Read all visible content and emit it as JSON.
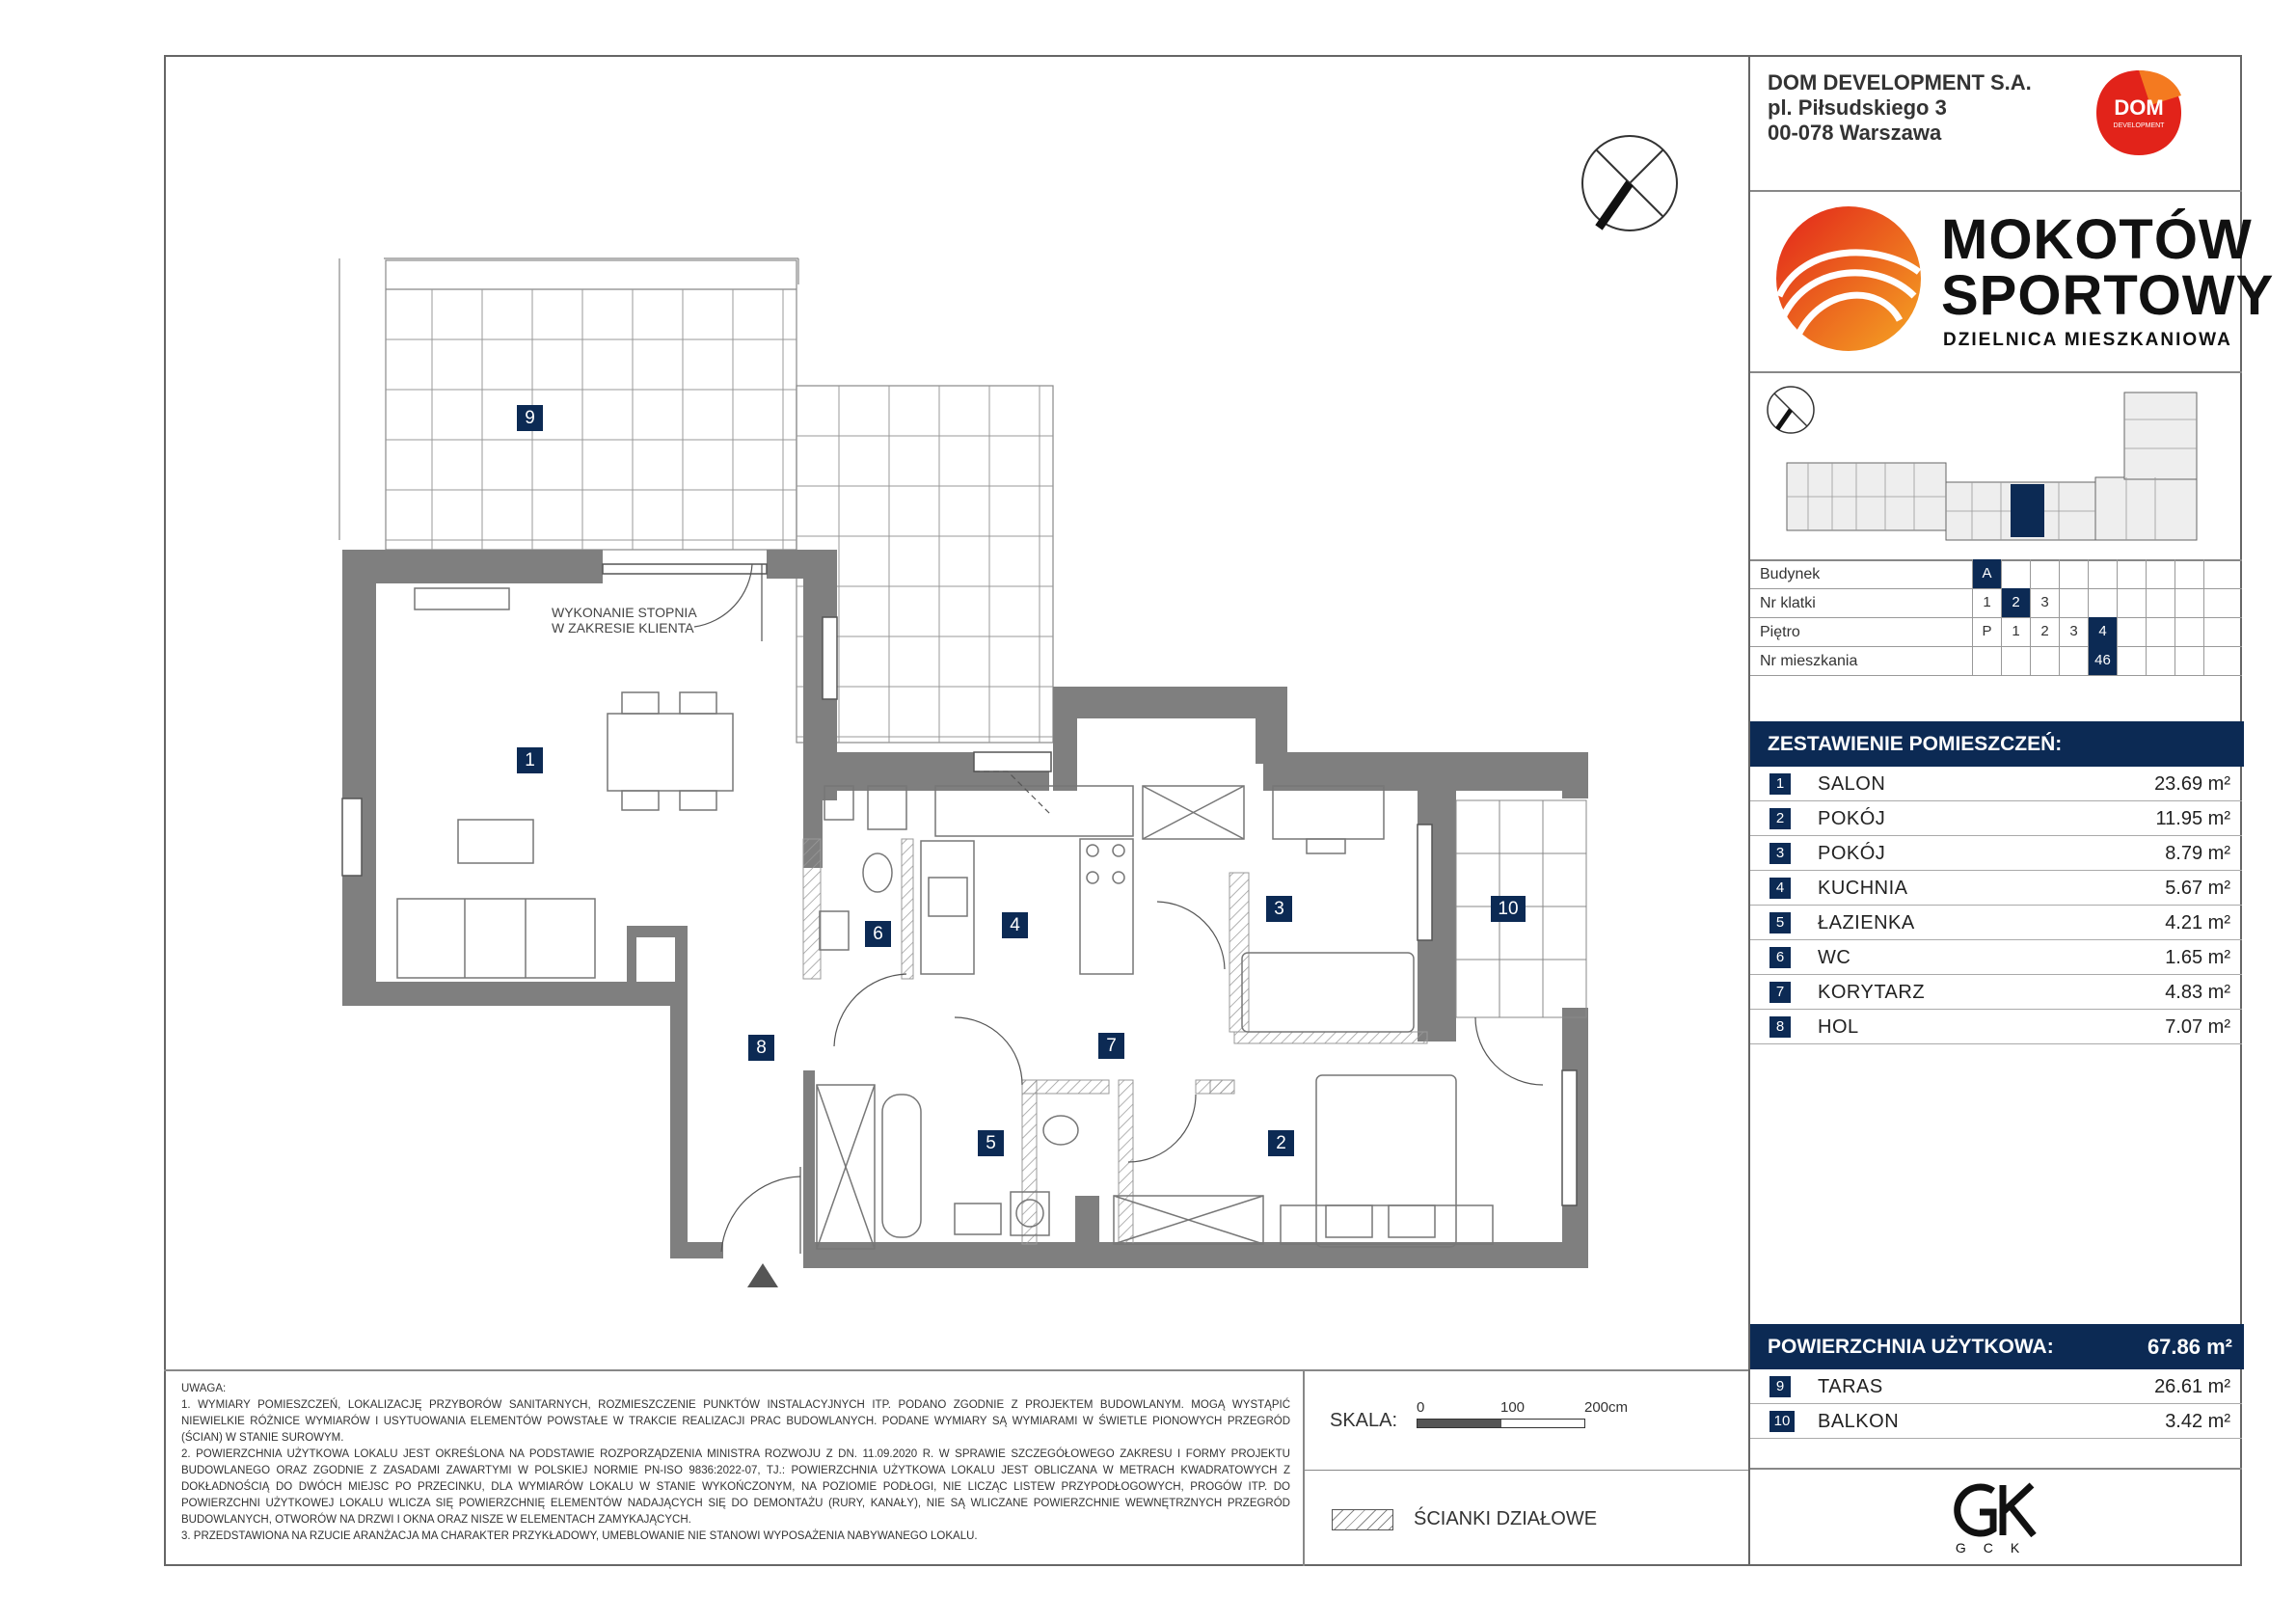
{
  "company": {
    "name": "DOM DEVELOPMENT S.A.",
    "street": "pl. Piłsudskiego 3",
    "city": "00-078 Warszawa",
    "logo_text_1": "DOM",
    "logo_text_2": "DEVELOPMENT"
  },
  "brand": {
    "line1": "MOKOTÓW",
    "line2": "SPORTOWY",
    "subtitle": "DZIELNICA MIESZKANIOWA"
  },
  "location": {
    "rows": [
      {
        "label": "Budynek",
        "cells": [
          "A"
        ],
        "selected": "A"
      },
      {
        "label": "Nr klatki",
        "cells": [
          "1",
          "2",
          "3"
        ],
        "selected": "2"
      },
      {
        "label": "Piętro",
        "cells": [
          "P",
          "1",
          "2",
          "3",
          "4"
        ],
        "selected": "4"
      },
      {
        "label": "Nr mieszkania",
        "cells": [
          "",
          "",
          "",
          "",
          "46"
        ],
        "selected": "46"
      }
    ]
  },
  "rooms_title": "ZESTAWIENIE POMIESZCZEŃ:",
  "rooms": [
    {
      "num": "1",
      "name": "SALON",
      "area": "23.69 m²"
    },
    {
      "num": "2",
      "name": "POKÓJ",
      "area": "11.95 m²"
    },
    {
      "num": "3",
      "name": "POKÓJ",
      "area": "8.79 m²"
    },
    {
      "num": "4",
      "name": "KUCHNIA",
      "area": "5.67 m²"
    },
    {
      "num": "5",
      "name": "ŁAZIENKA",
      "area": "4.21 m²"
    },
    {
      "num": "6",
      "name": "WC",
      "area": "1.65 m²"
    },
    {
      "num": "7",
      "name": "KORYTARZ",
      "area": "4.83 m²"
    },
    {
      "num": "8",
      "name": "HOL",
      "area": "7.07 m²"
    }
  ],
  "total": {
    "label": "POWIERZCHNIA UŻYTKOWA:",
    "value": "67.86 m²"
  },
  "outdoor": [
    {
      "num": "9",
      "name": "TARAS",
      "area": "26.61 m²"
    },
    {
      "num": "10",
      "name": "BALKON",
      "area": "3.42 m²"
    }
  ],
  "gck": {
    "letters": "GCK",
    "mark": "GK"
  },
  "plan": {
    "note_line1": "WYKONANIE STOPNIA",
    "note_line2": "W ZAKRESIE KLIENTA",
    "room_labels": [
      "1",
      "2",
      "3",
      "4",
      "5",
      "6",
      "7",
      "8",
      "9",
      "10"
    ]
  },
  "notes": {
    "title": "UWAGA:",
    "items": [
      "1.  WYMIARY POMIESZCZEŃ, LOKALIZACJĘ PRZYBORÓW SANITARNYCH, ROZMIESZCZENIE PUNKTÓW INSTALACYJNYCH ITP. PODANO ZGODNIE Z PROJEKTEM BUDOWLANYM. MOGĄ WYSTĄPIĆ NIEWIELKIE RÓŻNICE WYMIARÓW I USYTUOWANIA ELEMENTÓW POWSTAŁE W TRAKCIE REALIZACJI PRAC BUDOWLANYCH. PODANE WYMIARY SĄ WYMIARAMI W ŚWIETLE PIONOWYCH PRZEGRÓD (ŚCIAN) W STANIE SUROWYM.",
      "2.  POWIERZCHNIA UŻYTKOWA LOKALU JEST OKREŚLONA NA PODSTAWIE ROZPORZĄDZENIA MINISTRA ROZWOJU Z DN. 11.09.2020 R. W SPRAWIE SZCZEGÓŁOWEGO ZAKRESU I FORMY PROJEKTU BUDOWLANEGO ORAZ ZGODNIE Z ZASADAMI ZAWARTYMI W POLSKIEJ NORMIE PN-ISO 9836:2022-07, TJ.: POWIERZCHNIA UŻYTKOWA LOKALU JEST OBLICZANA W METRACH KWADRATOWYCH Z DOKŁADNOŚCIĄ DO DWÓCH MIEJSC PO PRZECINKU, DLA WYMIARÓW LOKALU W STANIE WYKOŃCZONYM, NA POZIOMIE PODŁOGI, NIE LICZĄC LISTEW PRZYPODŁOGOWYCH, PROGÓW ITP. DO POWIERZCHNI UŻYTKOWEJ LOKALU WLICZA SIĘ POWIERZCHNIĘ ELEMENTÓW NADAJĄCYCH SIĘ DO DEMONTAŻU (RURY, KANAŁY), NIE SĄ WLICZANE POWIERZCHNIE WEWNĘTRZNYCH PRZEGRÓD BUDOWLANYCH, OTWORÓW NA DRZWI I OKNA ORAZ NISZE W ELEMENTACH ZAMYKAJĄCYCH.",
      "3.  PRZEDSTAWIONA NA RZUCIE ARANŻACJA MA CHARAKTER PRZYKŁADOWY, UMEBLOWANIE NIE STANOWI WYPOSAŻENIA NABYWANEGO LOKALU."
    ]
  },
  "scale": {
    "label": "SKALA:",
    "ticks": [
      "0",
      "100",
      "200cm"
    ]
  },
  "legend": {
    "walls": "ŚCIANKI DZIAŁOWE"
  },
  "colors": {
    "navy": "#0c2a54",
    "wall": "#808080",
    "accent_red": "#e2231a"
  }
}
